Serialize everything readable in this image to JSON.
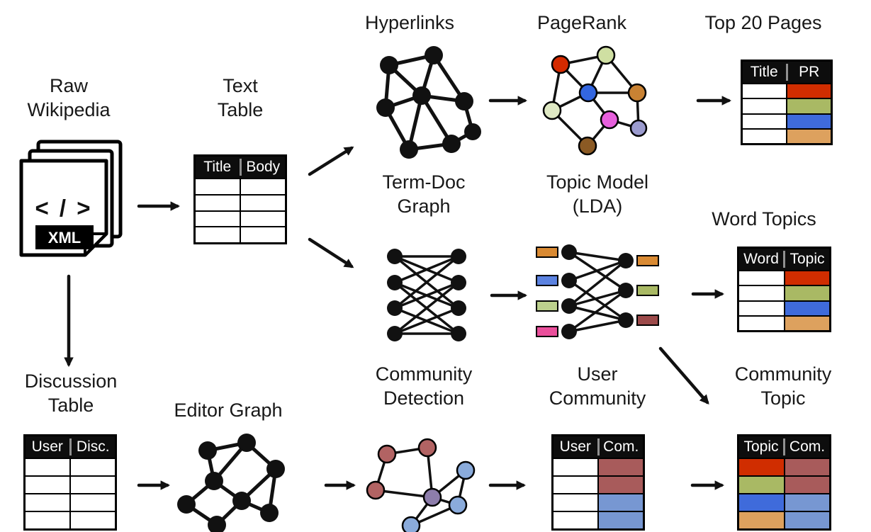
{
  "labels": {
    "hyperlinks": "Hyperlinks",
    "pagerank": "PageRank",
    "top20": "Top 20 Pages",
    "raw_wikipedia": [
      "Raw",
      "Wikipedia"
    ],
    "text_table": [
      "Text",
      "Table"
    ],
    "termdoc": [
      "Term-Doc",
      "Graph"
    ],
    "topic_model": [
      "Topic Model",
      "(LDA)"
    ],
    "word_topics": "Word Topics",
    "discussion": [
      "Discussion",
      "Table"
    ],
    "editor_graph": "Editor Graph",
    "community_detection": [
      "Community",
      "Detection"
    ],
    "user_community": [
      "User",
      "Community"
    ],
    "community_topic": [
      "Community",
      "Topic"
    ]
  },
  "doc_icon": {
    "code": "< / >",
    "badge": "XML"
  },
  "tables": {
    "text_table": {
      "headers": [
        "Title",
        "Body"
      ],
      "col1": [
        "#ffffff",
        "#ffffff",
        "#ffffff",
        "#ffffff"
      ],
      "col2": [
        "#ffffff",
        "#ffffff",
        "#ffffff",
        "#ffffff"
      ]
    },
    "top20": {
      "headers": [
        "Title",
        "PR"
      ],
      "col1": [
        "#ffffff",
        "#ffffff",
        "#ffffff",
        "#ffffff"
      ],
      "col2": [
        "#d02d00",
        "#a9b964",
        "#3f6bdb",
        "#dda15e"
      ]
    },
    "word_topics": {
      "headers": [
        "Word",
        "Topic"
      ],
      "col1": [
        "#ffffff",
        "#ffffff",
        "#ffffff",
        "#ffffff"
      ],
      "col2": [
        "#d02d00",
        "#a9b964",
        "#3f6bdb",
        "#dda15e"
      ]
    },
    "discussion": {
      "headers": [
        "User",
        "Disc."
      ],
      "col1": [
        "#ffffff",
        "#ffffff",
        "#ffffff",
        "#ffffff"
      ],
      "col2": [
        "#ffffff",
        "#ffffff",
        "#ffffff",
        "#ffffff"
      ]
    },
    "user_community": {
      "headers": [
        "User",
        "Com."
      ],
      "col1": [
        "#ffffff",
        "#ffffff",
        "#ffffff",
        "#ffffff"
      ],
      "col2": [
        "#a85b5b",
        "#a85b5b",
        "#7797d2",
        "#7797d2"
      ]
    },
    "community_topic": {
      "headers": [
        "Topic",
        "Com."
      ],
      "col1": [
        "#d02d00",
        "#a9b964",
        "#3f6bdb",
        "#dda15e"
      ],
      "col2": [
        "#a85b5b",
        "#a85b5b",
        "#7797d2",
        "#7797d2"
      ]
    }
  },
  "graphs": [
    {
      "name": "hyperlinks-graph",
      "edge_width": 5,
      "node_stroke": 0,
      "nodes": [
        [
          549,
          92,
          13,
          "#111111"
        ],
        [
          612,
          78,
          13,
          "#111111"
        ],
        [
          544,
          152,
          13,
          "#111111"
        ],
        [
          595,
          135,
          13,
          "#111111"
        ],
        [
          655,
          143,
          13,
          "#111111"
        ],
        [
          577,
          211,
          13,
          "#111111"
        ],
        [
          637,
          203,
          13,
          "#111111"
        ],
        [
          667,
          186,
          12,
          "#111111"
        ]
      ],
      "edges": [
        [
          0,
          1
        ],
        [
          0,
          2
        ],
        [
          0,
          3
        ],
        [
          1,
          3
        ],
        [
          1,
          4
        ],
        [
          2,
          3
        ],
        [
          2,
          5
        ],
        [
          3,
          5
        ],
        [
          3,
          6
        ],
        [
          3,
          4
        ],
        [
          5,
          6
        ],
        [
          6,
          7
        ],
        [
          4,
          7
        ]
      ]
    },
    {
      "name": "pagerank-graph",
      "edge_width": 3.5,
      "node_stroke": 2.5,
      "nodes": [
        [
          791,
          91,
          12,
          "#d42a00"
        ],
        [
          855,
          78,
          12,
          "#cfdfa2"
        ],
        [
          830,
          131,
          12,
          "#3366e0"
        ],
        [
          899,
          131,
          12,
          "#c98233"
        ],
        [
          779,
          156,
          12,
          "#dfe9c4"
        ],
        [
          860,
          169,
          12,
          "#e760dd"
        ],
        [
          901,
          181,
          11,
          "#9b9bce"
        ],
        [
          829,
          206,
          12,
          "#8b5a24"
        ]
      ],
      "edges": [
        [
          0,
          1
        ],
        [
          0,
          2
        ],
        [
          0,
          4
        ],
        [
          1,
          2
        ],
        [
          1,
          3
        ],
        [
          2,
          3
        ],
        [
          2,
          4
        ],
        [
          2,
          5
        ],
        [
          3,
          6
        ],
        [
          4,
          7
        ],
        [
          5,
          6
        ],
        [
          5,
          7
        ]
      ]
    },
    {
      "name": "termdoc-graph",
      "edge_width": 3.5,
      "node_stroke": 0,
      "nodes": [
        [
          557,
          362,
          11,
          "#111111"
        ],
        [
          557,
          399,
          11,
          "#111111"
        ],
        [
          557,
          435,
          11,
          "#111111"
        ],
        [
          557,
          471,
          11,
          "#111111"
        ],
        [
          647,
          362,
          11,
          "#111111"
        ],
        [
          647,
          399,
          11,
          "#111111"
        ],
        [
          647,
          435,
          11,
          "#111111"
        ],
        [
          647,
          471,
          11,
          "#111111"
        ]
      ],
      "edges": [
        [
          0,
          4
        ],
        [
          0,
          5
        ],
        [
          0,
          6
        ],
        [
          1,
          4
        ],
        [
          1,
          6
        ],
        [
          1,
          7
        ],
        [
          2,
          4
        ],
        [
          2,
          5
        ],
        [
          2,
          7
        ],
        [
          3,
          5
        ],
        [
          3,
          6
        ],
        [
          3,
          7
        ]
      ]
    },
    {
      "name": "lda-graph",
      "edge_width": 3.5,
      "node_stroke": 0,
      "nodes": [
        [
          803,
          356,
          11,
          "#111111"
        ],
        [
          803,
          396,
          11,
          "#111111"
        ],
        [
          803,
          432,
          11,
          "#111111"
        ],
        [
          803,
          468,
          11,
          "#111111"
        ],
        [
          883,
          368,
          11,
          "#111111"
        ],
        [
          883,
          410,
          11,
          "#111111"
        ],
        [
          883,
          452,
          11,
          "#111111"
        ]
      ],
      "edges": [
        [
          0,
          4
        ],
        [
          0,
          5
        ],
        [
          1,
          4
        ],
        [
          1,
          6
        ],
        [
          2,
          4
        ],
        [
          2,
          5
        ],
        [
          2,
          6
        ],
        [
          3,
          5
        ],
        [
          3,
          6
        ]
      ],
      "rects": [
        [
          757,
          349,
          30,
          14,
          "#d98a33"
        ],
        [
          757,
          389,
          30,
          14,
          "#5b82e0"
        ],
        [
          757,
          425,
          30,
          14,
          "#bcd08d"
        ],
        [
          757,
          461,
          30,
          14,
          "#ea4f9b"
        ],
        [
          899,
          361,
          30,
          14,
          "#d98a33"
        ],
        [
          899,
          403,
          30,
          14,
          "#a9b964"
        ],
        [
          899,
          445,
          30,
          14,
          "#9c4a4a"
        ]
      ]
    },
    {
      "name": "editor-graph",
      "edge_width": 5,
      "node_stroke": 0,
      "nodes": [
        [
          293,
          636,
          13,
          "#111111"
        ],
        [
          348,
          625,
          13,
          "#111111"
        ],
        [
          302,
          679,
          13,
          "#111111"
        ],
        [
          389,
          662,
          13,
          "#111111"
        ],
        [
          263,
          712,
          13,
          "#111111"
        ],
        [
          341,
          707,
          13,
          "#111111"
        ],
        [
          380,
          724,
          13,
          "#111111"
        ],
        [
          306,
          741,
          13,
          "#111111"
        ]
      ],
      "edges": [
        [
          0,
          1
        ],
        [
          0,
          2
        ],
        [
          1,
          2
        ],
        [
          1,
          3
        ],
        [
          2,
          5
        ],
        [
          3,
          5
        ],
        [
          3,
          6
        ],
        [
          5,
          6
        ],
        [
          5,
          7
        ],
        [
          2,
          4
        ],
        [
          4,
          7
        ]
      ]
    },
    {
      "name": "community-graph",
      "edge_width": 3.5,
      "node_stroke": 2.5,
      "nodes": [
        [
          546,
          641,
          12,
          "#b26363"
        ],
        [
          603,
          632,
          12,
          "#b26363"
        ],
        [
          530,
          692,
          12,
          "#b26363"
        ],
        [
          610,
          702,
          12,
          "#8d7dab"
        ],
        [
          657,
          664,
          12,
          "#8aabdb"
        ],
        [
          646,
          713,
          12,
          "#8aabdb"
        ],
        [
          580,
          742,
          12,
          "#8aabdb"
        ]
      ],
      "edges": [
        [
          0,
          1
        ],
        [
          0,
          2
        ],
        [
          1,
          3
        ],
        [
          2,
          3
        ],
        [
          3,
          4
        ],
        [
          3,
          5
        ],
        [
          4,
          5
        ],
        [
          5,
          6
        ],
        [
          3,
          6
        ]
      ]
    }
  ],
  "arrows": [
    [
      196,
      291,
      250,
      291
    ],
    [
      437,
      246,
      496,
      209
    ],
    [
      437,
      338,
      496,
      376
    ],
    [
      692,
      142,
      740,
      142
    ],
    [
      985,
      142,
      1028,
      142
    ],
    [
      694,
      417,
      740,
      417
    ],
    [
      978,
      415,
      1018,
      415
    ],
    [
      97,
      390,
      97,
      514
    ],
    [
      196,
      685,
      236,
      685
    ],
    [
      460,
      685,
      498,
      685
    ],
    [
      692,
      685,
      738,
      685
    ],
    [
      977,
      685,
      1018,
      685
    ],
    [
      932,
      492,
      998,
      568
    ]
  ]
}
